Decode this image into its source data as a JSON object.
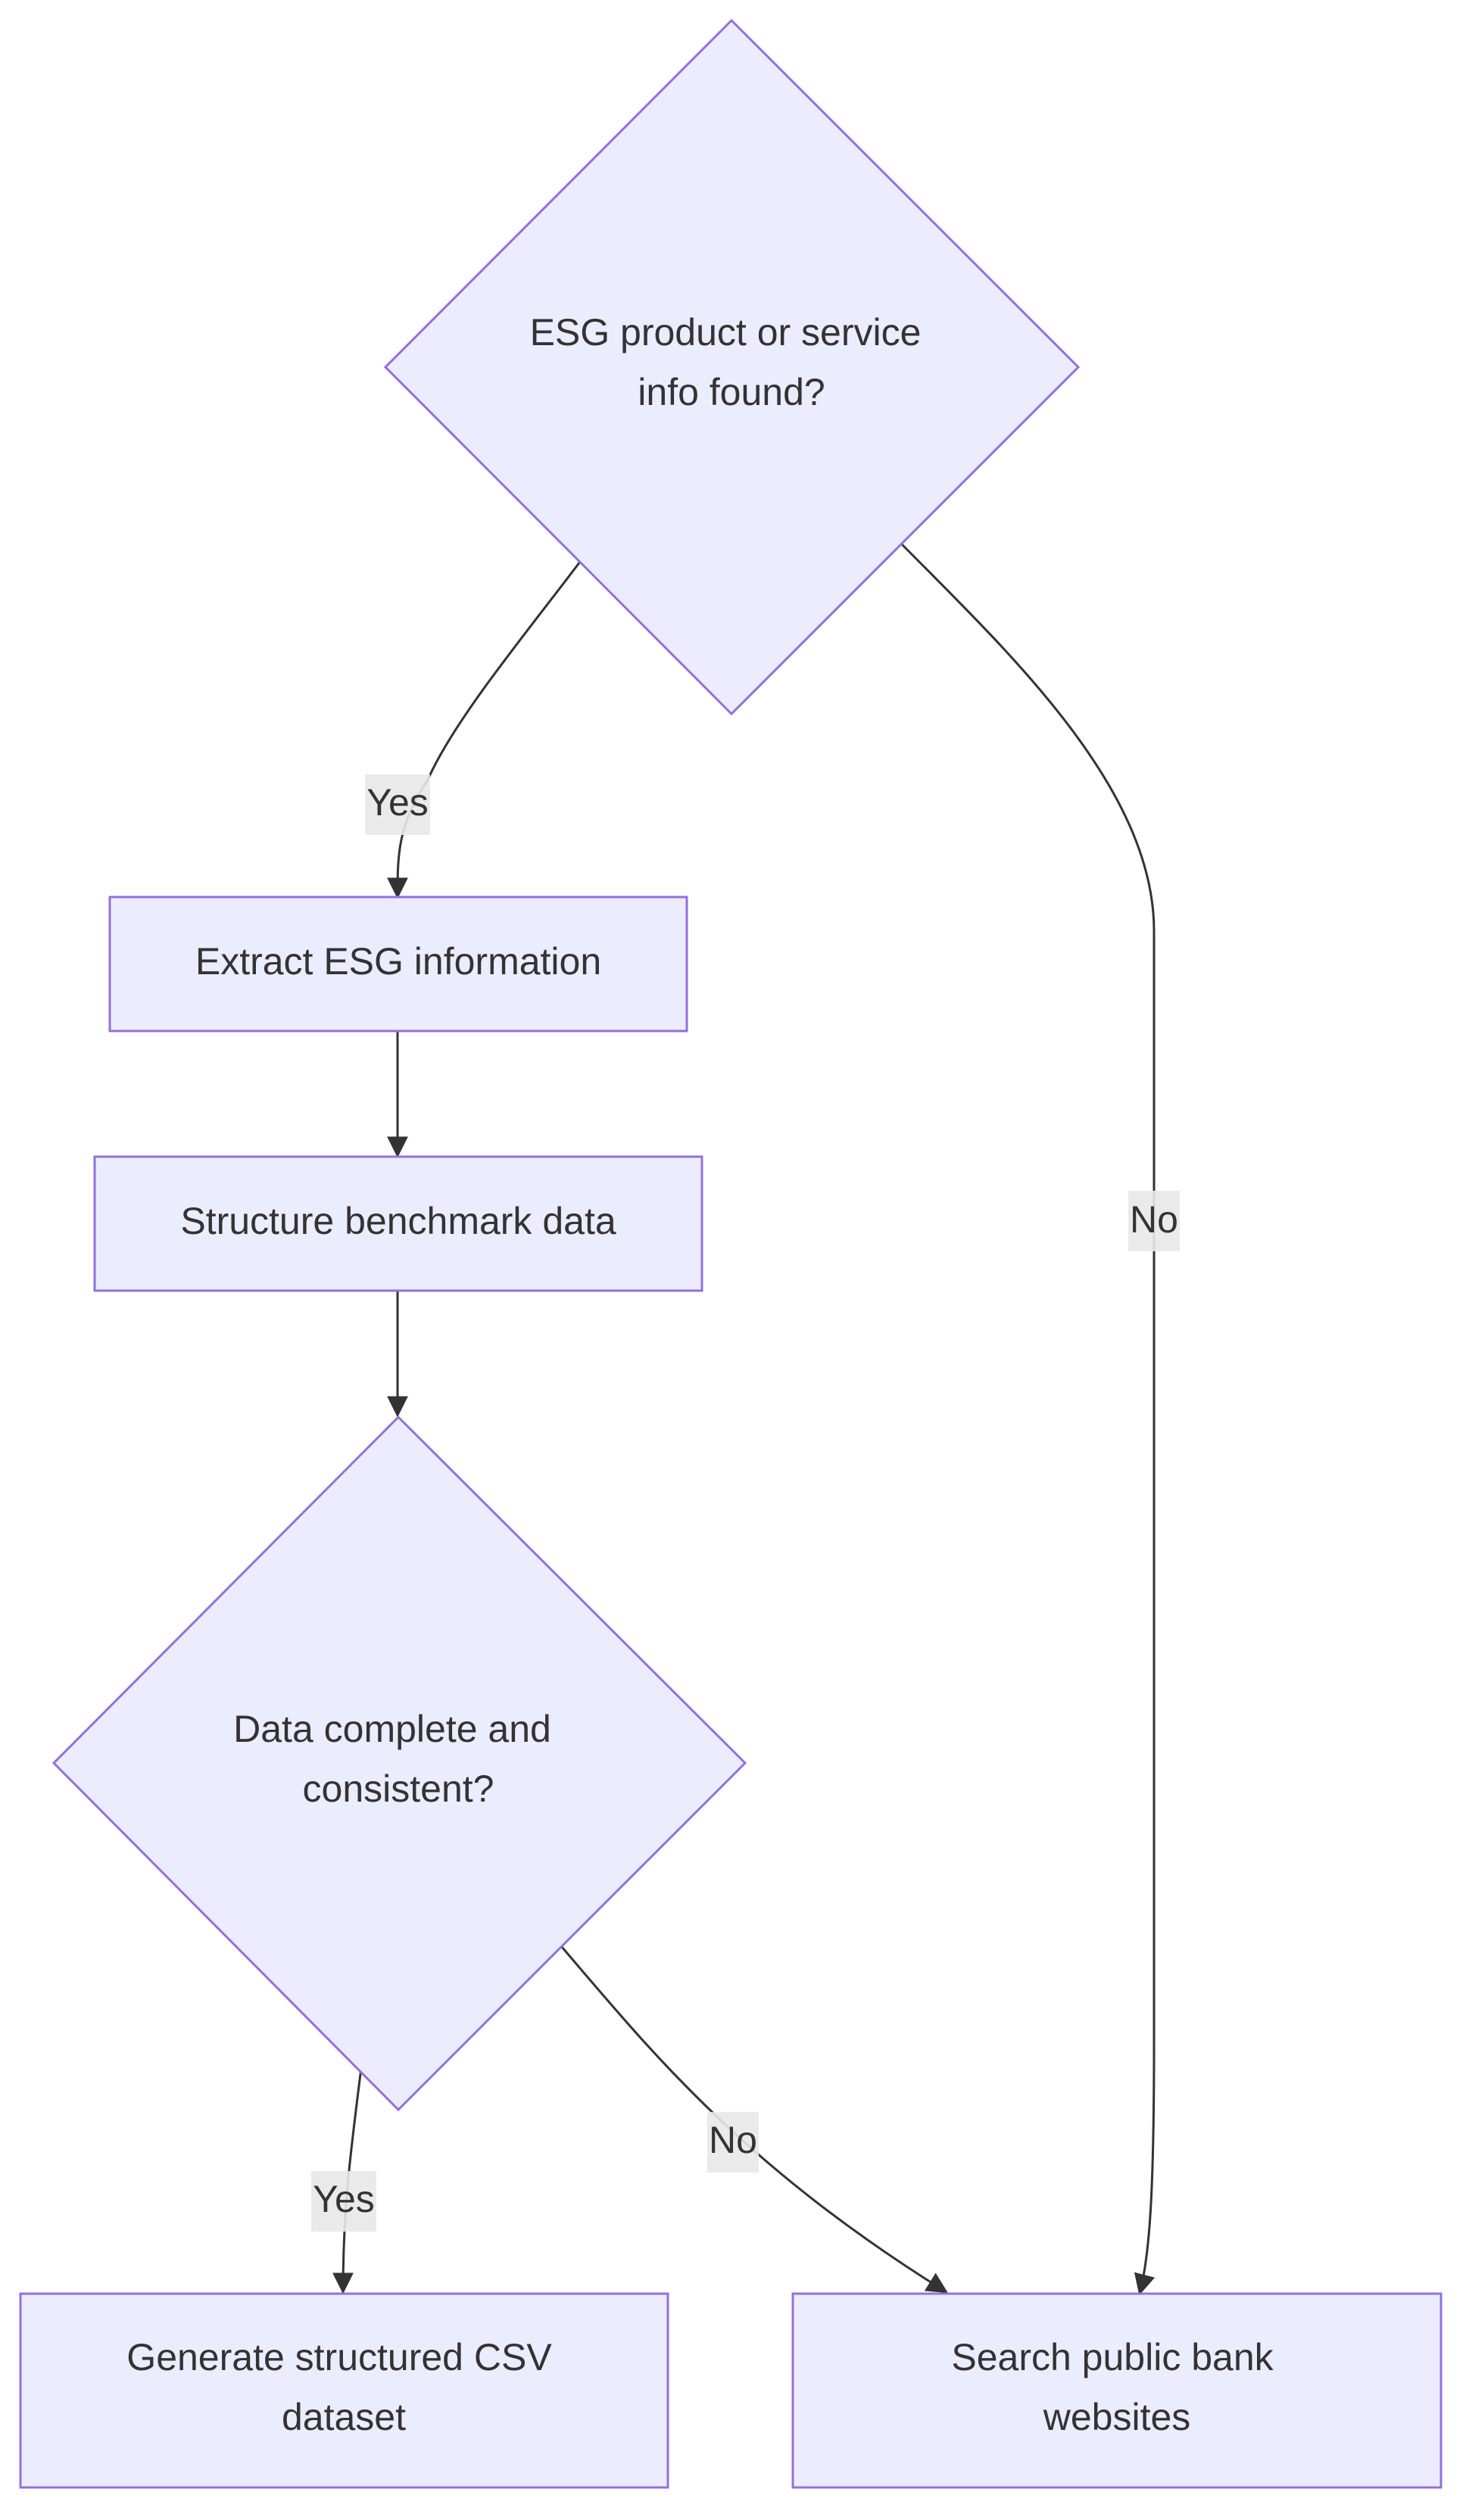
{
  "nodes": {
    "decision_esg_found": {
      "lines": [
        "ESG product or service",
        "info found?"
      ]
    },
    "extract_esg": {
      "lines": [
        "Extract ESG information"
      ]
    },
    "structure_data": {
      "lines": [
        "Structure benchmark data"
      ]
    },
    "decision_complete": {
      "lines": [
        "Data complete and",
        "consistent?"
      ]
    },
    "generate_csv": {
      "lines": [
        "Generate structured CSV",
        "dataset"
      ]
    },
    "search_websites": {
      "lines": [
        "Search public bank",
        "websites"
      ]
    }
  },
  "edges": {
    "esg_found_yes": {
      "label": "Yes"
    },
    "esg_found_no": {
      "label": "No"
    },
    "complete_yes": {
      "label": "Yes"
    },
    "complete_no": {
      "label": "No"
    }
  },
  "colors": {
    "node_fill": "#ECECFF",
    "node_stroke": "#9370DB",
    "edge": "#333333",
    "label_bg": "#e8e8e8",
    "text": "#333333"
  }
}
